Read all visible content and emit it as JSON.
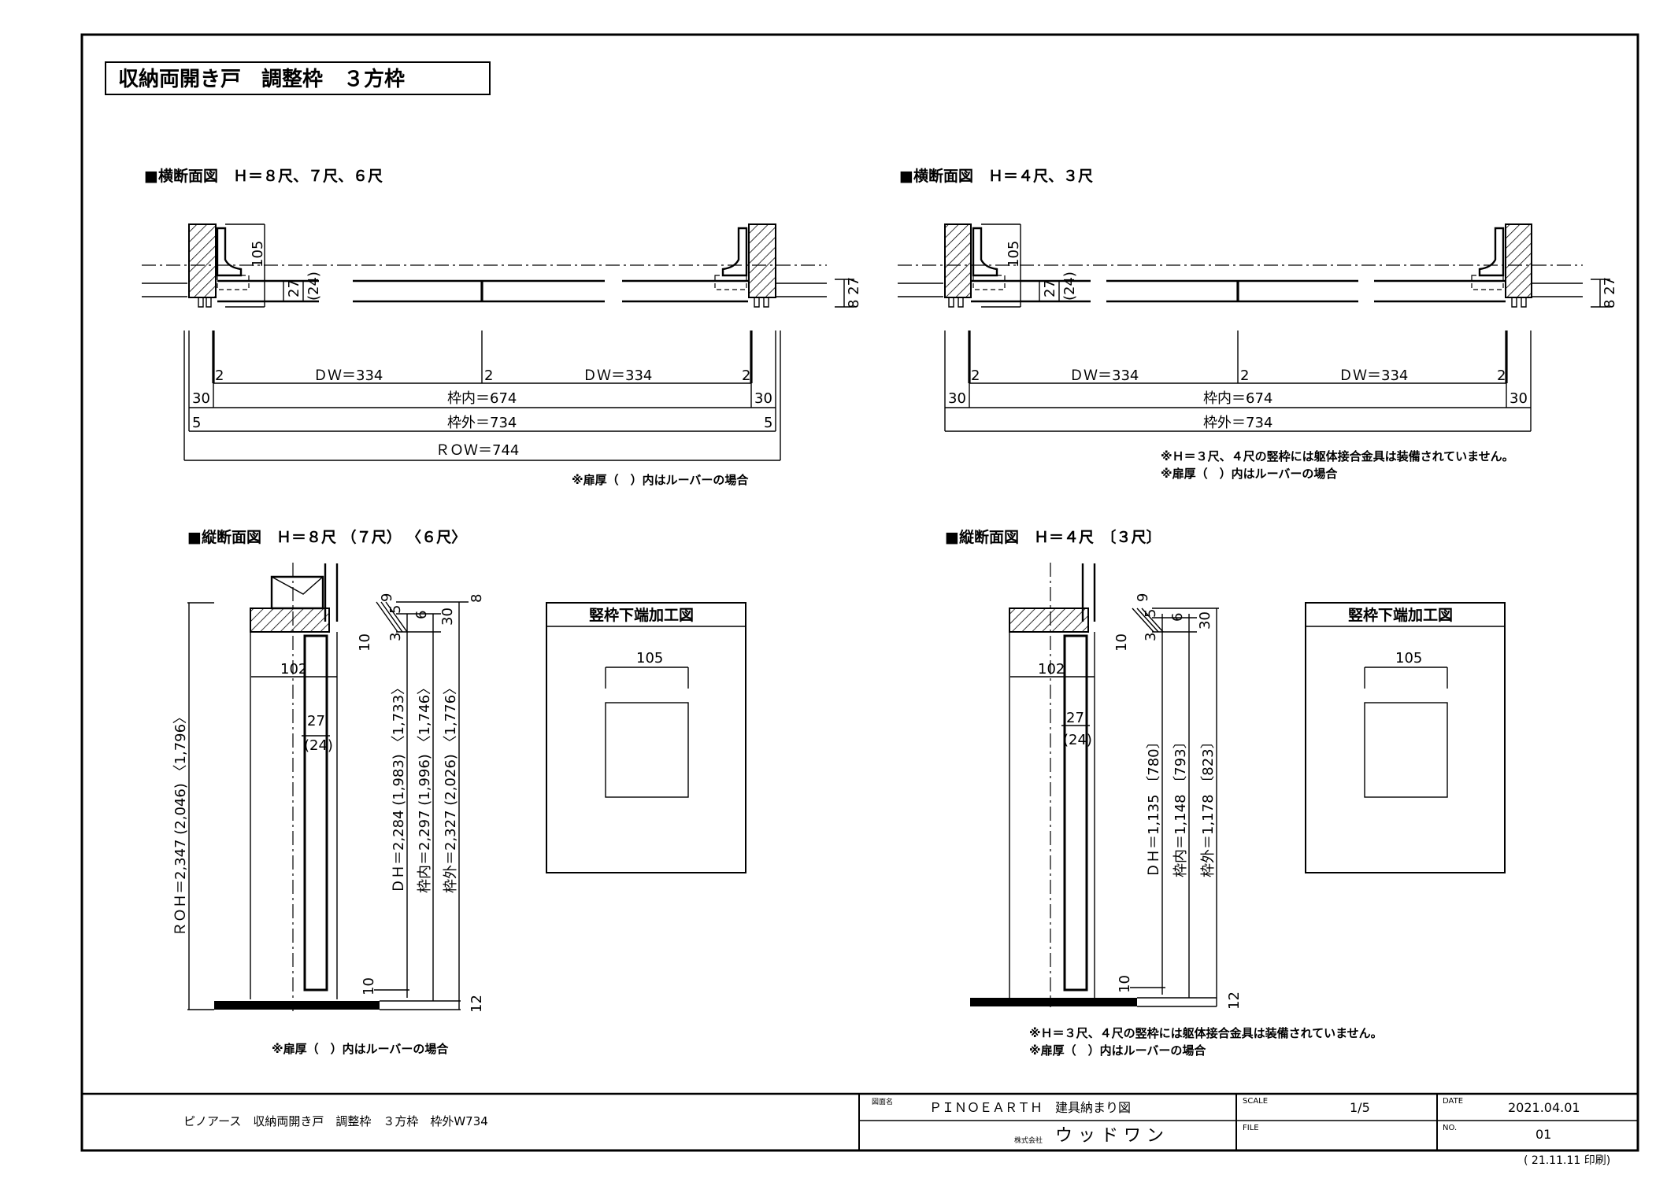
{
  "title": "収納両開き戸　調整枠　３方枠",
  "sections": {
    "h_section_large": "■横断面図　Ｈ＝８尺、７尺、６尺",
    "h_section_small": "■横断面図　Ｈ＝４尺、３尺",
    "v_section_large": "■縦断面図　Ｈ＝８尺 （７尺） 〈６尺〉",
    "v_section_small": "■縦断面図　Ｈ＝４尺　〔３尺〕"
  },
  "left_plan": {
    "dim_105": "105",
    "dim_27": "27",
    "dim_24": "(24)",
    "dim_827": "8 27",
    "gap_2a": "2",
    "gap_2b": "2",
    "gap_2c": "2",
    "dw_left": "ＤＷ＝334",
    "dw_right": "ＤＷ＝334",
    "frame_inner": "枠内＝674",
    "frame_outer": "枠外＝734",
    "side_30_left": "30",
    "side_30_right": "30",
    "side_5_left": "5",
    "side_5_right": "5",
    "row": "ＲＯＷ＝744",
    "note": "※扉厚（　）内はルーバーの場合"
  },
  "right_plan": {
    "dim_105": "105",
    "dim_27": "27",
    "dim_24": "(24)",
    "dim_827": "8 27",
    "gap_2a": "2",
    "gap_2b": "2",
    "gap_2c": "2",
    "dw_left": "ＤＷ＝334",
    "dw_right": "ＤＷ＝334",
    "frame_inner": "枠内＝674",
    "frame_outer": "枠外＝734",
    "side_30_left": "30",
    "side_30_right": "30",
    "note1": "※Ｈ＝３尺、４尺の竪枠には躯体接合金具は装備されていません。",
    "note2": "※扉厚（　）内はルーバーの場合"
  },
  "left_elev": {
    "roh": "ＲＯＨ＝2,347 (2,046) 〈1,796〉",
    "dim_102": "102",
    "dim_27": "27",
    "dim_24": "(24)",
    "dh": "ＤＨ＝2,284 (1,983) 〈1,733〉",
    "frame_inner": "枠内＝2,297 (1,996) 〈1,746〉",
    "frame_outer": "枠外＝2,327 (2,026) 〈1,776〉",
    "top_9": "9",
    "top_5": "5",
    "top_10": "10",
    "top_3": "3",
    "top_6": "6",
    "top_30": "30",
    "top_8": "8",
    "bottom_10": "10",
    "bottom_12": "12",
    "note": "※扉厚（　）内はルーバーの場合"
  },
  "right_elev": {
    "dim_102": "102",
    "dim_27": "27",
    "dim_24": "(24)",
    "dh": "ＤＨ＝1,135 〔780〕",
    "frame_inner": "枠内＝1,148 〔793〕",
    "frame_outer": "枠外＝1,178 〔823〕",
    "top_9": "9",
    "top_5": "5",
    "top_10": "10",
    "top_3": "3",
    "top_6": "6",
    "top_30": "30",
    "bottom_10": "10",
    "bottom_12": "12",
    "note1": "※Ｈ＝３尺、４尺の竪枠には躯体接合金具は装備されていません。",
    "note2": "※扉厚（　）内はルーバーの場合"
  },
  "detail_left": {
    "title": "竪枠下端加工図",
    "dim": "105"
  },
  "detail_right": {
    "title": "竪枠下端加工図",
    "dim": "105"
  },
  "title_block": {
    "product": "ピノアース　収納両開き戸　調整枠　３方枠　枠外W734",
    "drawing_name_label": "図面名",
    "drawing_name": "ＰＩＮＯＥＡＲＴＨ　建具納まり図",
    "company_prefix": "株式会社",
    "company": "ウ ッ ド ワ ン",
    "scale_label": "SCALE",
    "scale": "1/5",
    "file_label": "FILE",
    "file": "",
    "date_label": "DATE",
    "date": "2021.04.01",
    "no_label": "NO.",
    "no": "01",
    "print": "( 21.11.11 印刷)"
  },
  "colors": {
    "line": "#000000",
    "background": "#ffffff"
  }
}
